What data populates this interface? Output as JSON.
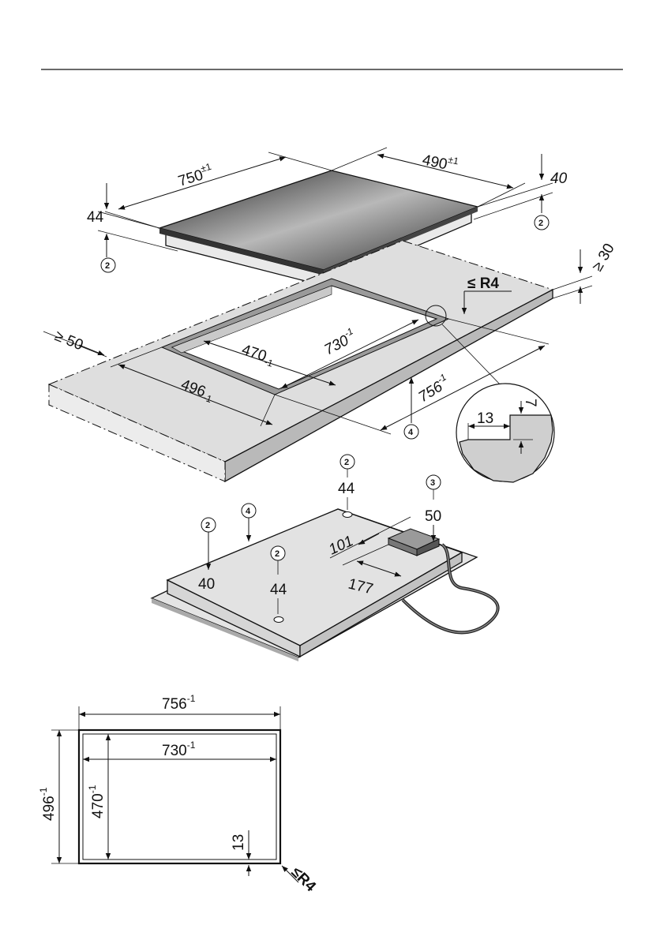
{
  "top_view": {
    "hob_length": "750",
    "hob_length_tol": "±1",
    "hob_depth": "490",
    "hob_depth_tol": "±1",
    "hob_height_right": "40",
    "hob_height_left": "44",
    "callout_left": "2",
    "callout_right": "2"
  },
  "worktop": {
    "min_thickness": "≥ 30",
    "corner_radius": "≤ R4",
    "min_front_gap": "≥ 50",
    "cutout_inner_depth": "470",
    "cutout_inner_depth_tol": "-1",
    "cutout_inner_length": "730",
    "cutout_inner_length_tol": "-1",
    "cutout_outer_depth": "496",
    "cutout_outer_depth_tol": "-1",
    "cutout_outer_length": "756",
    "cutout_outer_length_tol": "-1",
    "callout": "4"
  },
  "detail": {
    "rebate_width": "13",
    "rebate_depth": "7"
  },
  "underside": {
    "foot_back": "44",
    "foot_back_callout": "2",
    "box_height": "50",
    "box_callout": "3",
    "edge_callout": "4",
    "left_height": "40",
    "left_callout": "2",
    "foot_front": "44",
    "foot_front_callout": "2",
    "box_offset_a": "101",
    "box_offset_b": "177"
  },
  "plan_view": {
    "outer_length": "756",
    "outer_length_tol": "-1",
    "inner_length": "730",
    "inner_length_tol": "-1",
    "outer_depth": "496",
    "outer_depth_tol": "-1",
    "inner_depth": "470",
    "inner_depth_tol": "-1",
    "rebate": "13",
    "corner_radius": "≤R4"
  }
}
